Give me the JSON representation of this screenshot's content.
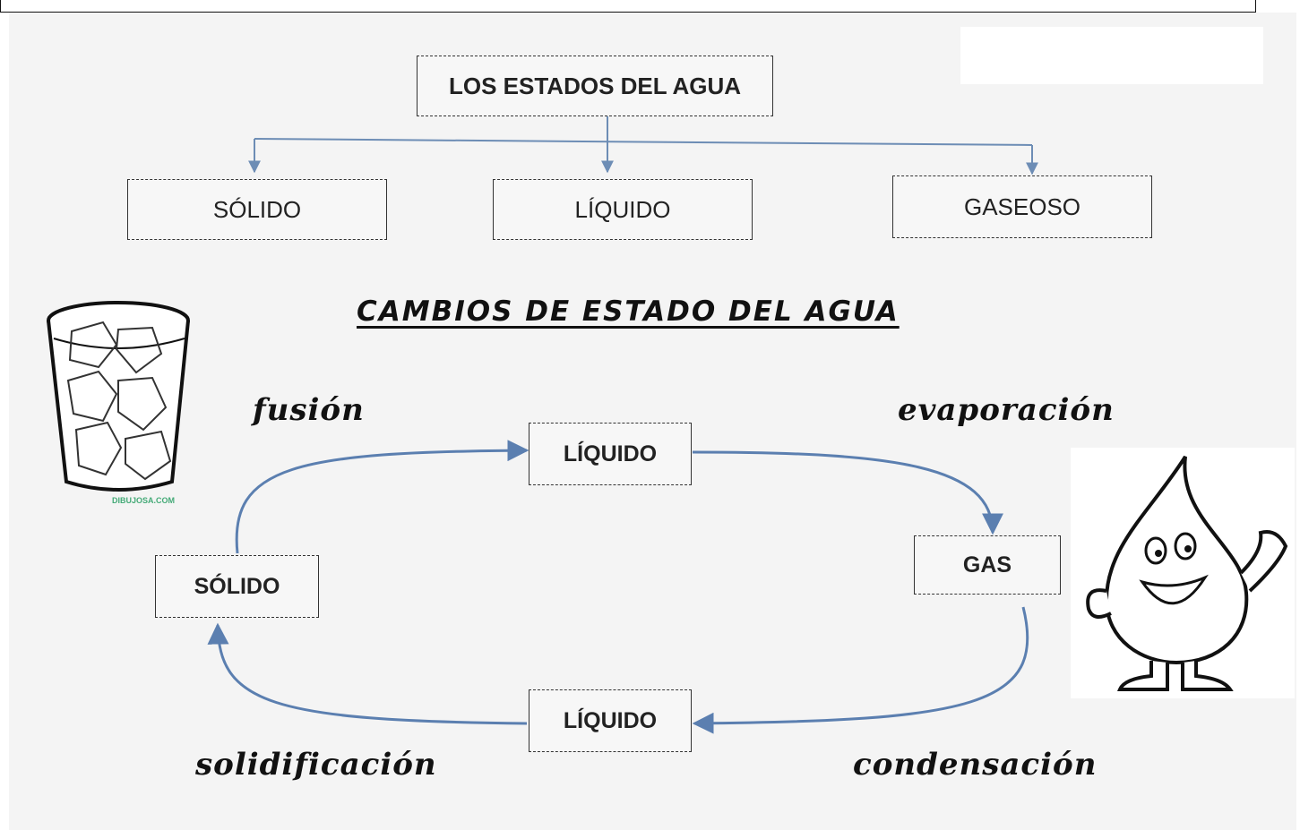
{
  "diagram": {
    "title": "LOS ESTADOS DEL AGUA",
    "states": [
      "SÓLIDO",
      "LÍQUIDO",
      "GASEOSO"
    ],
    "subtitle": "CAMBIOS DE ESTADO DEL AGUA",
    "cycle": {
      "top": "LÍQUIDO",
      "left": "SÓLIDO",
      "right": "GAS",
      "bottom": "LÍQUIDO"
    },
    "processes": {
      "fusion": "fusión",
      "evaporation": "evaporación",
      "solidification": "solidificación",
      "condensation": "condensación"
    },
    "glass_caption": "DIBUJOSA.COM",
    "arrow_color": "#5b7fb0",
    "line_color": "#6d8db5"
  }
}
